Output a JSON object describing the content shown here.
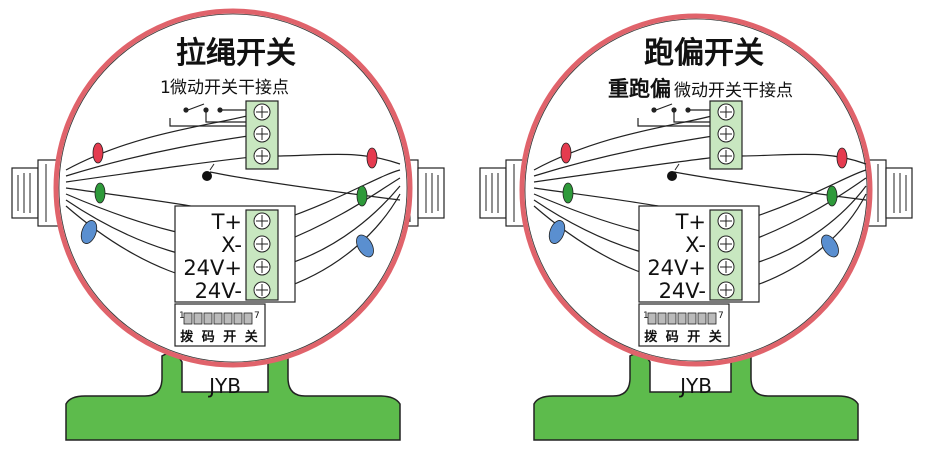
{
  "devices": [
    {
      "title": "拉绳开关",
      "contact_prefix": "1",
      "contact_label": "微动开关干接点",
      "terminals": [
        "T+",
        "X-",
        "24V+",
        "24V-"
      ],
      "dip_label": "拨 码 开 关",
      "dip_start": "1",
      "dip_end": "7",
      "model": "JYB"
    },
    {
      "title": "跑偏开关",
      "contact_prefix": "重跑偏",
      "contact_label": "微动开关干接点",
      "terminals": [
        "T+",
        "X-",
        "24V+",
        "24V-"
      ],
      "dip_label": "拨 码 开 关",
      "dip_start": "1",
      "dip_end": "7",
      "model": "JYB"
    }
  ],
  "colors": {
    "housing_ring": "#e0636b",
    "base": "#5dbb4c",
    "terminal_block": "#c8e7c0",
    "gland_red": "#e53b4f",
    "gland_green": "#2e9a3a",
    "gland_blue": "#5a8fd0",
    "wire": "#222222"
  }
}
